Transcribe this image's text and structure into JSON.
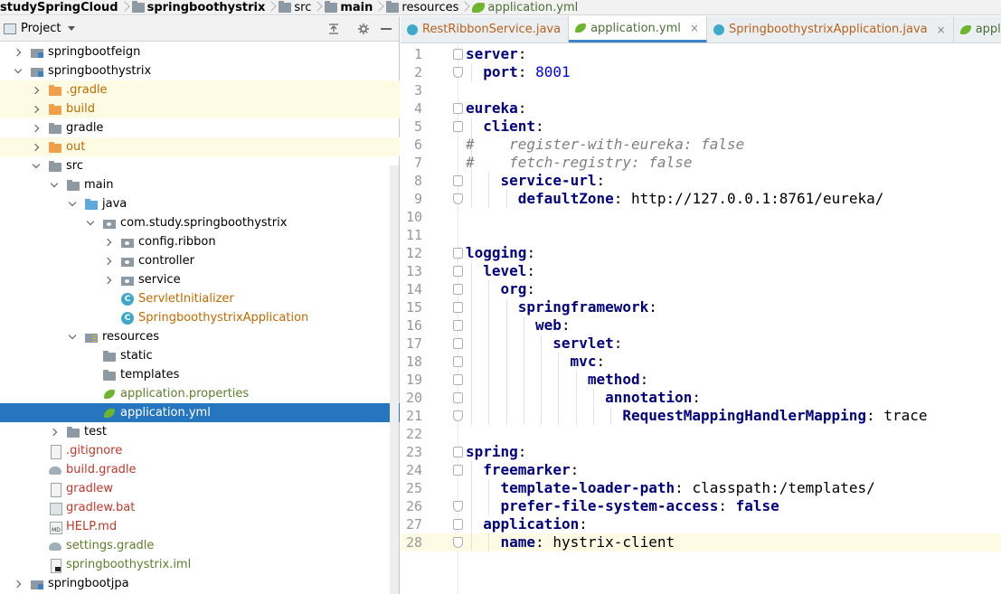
{
  "breadcrumb": [
    {
      "label": "studySpringCloud",
      "bold": true,
      "icon": "folder-icon"
    },
    {
      "label": "springboothystrix",
      "bold": true,
      "icon": "folder-icon"
    },
    {
      "label": "src",
      "bold": false,
      "icon": "folder-icon"
    },
    {
      "label": "main",
      "bold": true,
      "icon": "folder-icon"
    },
    {
      "label": "resources",
      "bold": false,
      "icon": "resources-folder-icon"
    },
    {
      "label": "application.yml",
      "bold": false,
      "icon": "spring-leaf-icon"
    }
  ],
  "project_panel": {
    "title": "Project",
    "buttons": [
      "collapse-all-icon",
      "gear-icon",
      "hide-icon"
    ]
  },
  "tree": [
    {
      "label": "springbootfeign",
      "arrow": "right",
      "icon": "module",
      "color": "black"
    },
    {
      "label": "springboothystrix",
      "arrow": "down",
      "icon": "module",
      "color": "black"
    },
    {
      "label": ".gradle",
      "arrow": "right",
      "icon": "folder-orange",
      "color": "orange",
      "excluded": true
    },
    {
      "label": "build",
      "arrow": "right",
      "icon": "folder-orange",
      "color": "orange",
      "excluded": true
    },
    {
      "label": "gradle",
      "arrow": "right",
      "icon": "folder",
      "color": "black"
    },
    {
      "label": "out",
      "arrow": "right",
      "icon": "folder-orange",
      "color": "orange",
      "excluded": true
    },
    {
      "label": "src",
      "arrow": "down",
      "icon": "folder",
      "color": "black"
    },
    {
      "label": "main",
      "arrow": "down",
      "icon": "folder",
      "color": "black"
    },
    {
      "label": "java",
      "arrow": "down",
      "icon": "source-folder",
      "color": "black"
    },
    {
      "label": "com.study.springboothystrix",
      "arrow": "down",
      "icon": "package",
      "color": "black"
    },
    {
      "label": "config.ribbon",
      "arrow": "right",
      "icon": "package",
      "color": "black"
    },
    {
      "label": "controller",
      "arrow": "right",
      "icon": "package",
      "color": "black"
    },
    {
      "label": "service",
      "arrow": "right",
      "icon": "package",
      "color": "black"
    },
    {
      "label": "ServletInitializer",
      "arrow": "none",
      "icon": "class",
      "color": "orange"
    },
    {
      "label": "SpringboothystrixApplication",
      "arrow": "none",
      "icon": "spring-class",
      "color": "orange"
    },
    {
      "label": "resources",
      "arrow": "down",
      "icon": "resources-folder",
      "color": "black"
    },
    {
      "label": "static",
      "arrow": "none",
      "icon": "folder",
      "color": "black"
    },
    {
      "label": "templates",
      "arrow": "none",
      "icon": "folder",
      "color": "black"
    },
    {
      "label": "application.properties",
      "arrow": "none",
      "icon": "spring-leaf",
      "color": "olive"
    },
    {
      "label": "application.yml",
      "arrow": "none",
      "icon": "spring-leaf",
      "color": "black",
      "selected": true
    },
    {
      "label": "test",
      "arrow": "right",
      "icon": "folder",
      "color": "black"
    },
    {
      "label": ".gitignore",
      "arrow": "none",
      "icon": "file",
      "color": "red"
    },
    {
      "label": "build.gradle",
      "arrow": "none",
      "icon": "gradle",
      "color": "red"
    },
    {
      "label": "gradlew",
      "arrow": "none",
      "icon": "file",
      "color": "red"
    },
    {
      "label": "gradlew.bat",
      "arrow": "none",
      "icon": "terminal-file",
      "color": "red"
    },
    {
      "label": "HELP.md",
      "arrow": "none",
      "icon": "markdown-file",
      "color": "red"
    },
    {
      "label": "settings.gradle",
      "arrow": "none",
      "icon": "gradle",
      "color": "olive"
    },
    {
      "label": "springboothystrix.iml",
      "arrow": "none",
      "icon": "iml-file",
      "color": "olive"
    },
    {
      "label": "springbootjpa",
      "arrow": "right",
      "icon": "module",
      "color": "black"
    }
  ],
  "tabs": [
    {
      "label": "RestRibbonService.java",
      "icon": "class-icon",
      "type": "java",
      "active": false
    },
    {
      "label": "application.yml",
      "icon": "spring-leaf-icon",
      "type": "yml",
      "active": true,
      "close": "×"
    },
    {
      "label": "SpringboothystrixApplication.java",
      "icon": "class-icon",
      "type": "java",
      "active": false,
      "close": "×"
    },
    {
      "label": "application.prop",
      "icon": "spring-leaf-icon",
      "type": "yml",
      "active": false
    }
  ],
  "code_lines": [
    {
      "n": "1",
      "indent": 0,
      "key": "server",
      "value": ""
    },
    {
      "n": "2",
      "indent": 1,
      "key": "port",
      "value": "8001",
      "vtype": "num"
    },
    {
      "n": "3",
      "indent": 0,
      "key": "",
      "value": ""
    },
    {
      "n": "4",
      "indent": 0,
      "key": "eureka",
      "value": ""
    },
    {
      "n": "5",
      "indent": 1,
      "key": "client",
      "value": ""
    },
    {
      "n": "6",
      "indent": 2,
      "comment": "#    register-with-eureka: false"
    },
    {
      "n": "7",
      "indent": 2,
      "comment": "#    fetch-registry: false"
    },
    {
      "n": "8",
      "indent": 2,
      "key": "service-url",
      "value": ""
    },
    {
      "n": "9",
      "indent": 3,
      "key": "defaultZone",
      "value": "http://127.0.0.1:8761/eureka/"
    },
    {
      "n": "10",
      "indent": 0,
      "key": "",
      "value": ""
    },
    {
      "n": "11",
      "indent": 0,
      "key": "",
      "value": ""
    },
    {
      "n": "12",
      "indent": 0,
      "key": "logging",
      "value": ""
    },
    {
      "n": "13",
      "indent": 1,
      "key": "level",
      "value": ""
    },
    {
      "n": "14",
      "indent": 2,
      "key": "org",
      "value": ""
    },
    {
      "n": "15",
      "indent": 3,
      "key": "springframework",
      "value": ""
    },
    {
      "n": "16",
      "indent": 4,
      "key": "web",
      "value": ""
    },
    {
      "n": "17",
      "indent": 5,
      "key": "servlet",
      "value": ""
    },
    {
      "n": "18",
      "indent": 6,
      "key": "mvc",
      "value": ""
    },
    {
      "n": "19",
      "indent": 7,
      "key": "method",
      "value": ""
    },
    {
      "n": "20",
      "indent": 8,
      "key": "annotation",
      "value": ""
    },
    {
      "n": "21",
      "indent": 9,
      "key": "RequestMappingHandlerMapping",
      "value": "trace"
    },
    {
      "n": "22",
      "indent": 0,
      "key": "",
      "value": ""
    },
    {
      "n": "23",
      "indent": 0,
      "key": "spring",
      "value": ""
    },
    {
      "n": "24",
      "indent": 1,
      "key": "freemarker",
      "value": ""
    },
    {
      "n": "25",
      "indent": 2,
      "key": "template-loader-path",
      "value": "classpath:/templates/"
    },
    {
      "n": "26",
      "indent": 2,
      "key": "prefer-file-system-access",
      "value": "false",
      "vtype": "kw"
    },
    {
      "n": "27",
      "indent": 1,
      "key": "application",
      "value": ""
    },
    {
      "n": "28",
      "indent": 2,
      "key": "name",
      "value": "hystrix-client",
      "current": true
    }
  ],
  "colors": {
    "selection": "#2675bf",
    "excluded_highlight": "#fefbe4",
    "yaml_key": "#000080",
    "yaml_number": "#0000ff",
    "comment": "#808080",
    "active_tab_underline": "#4083c9"
  }
}
